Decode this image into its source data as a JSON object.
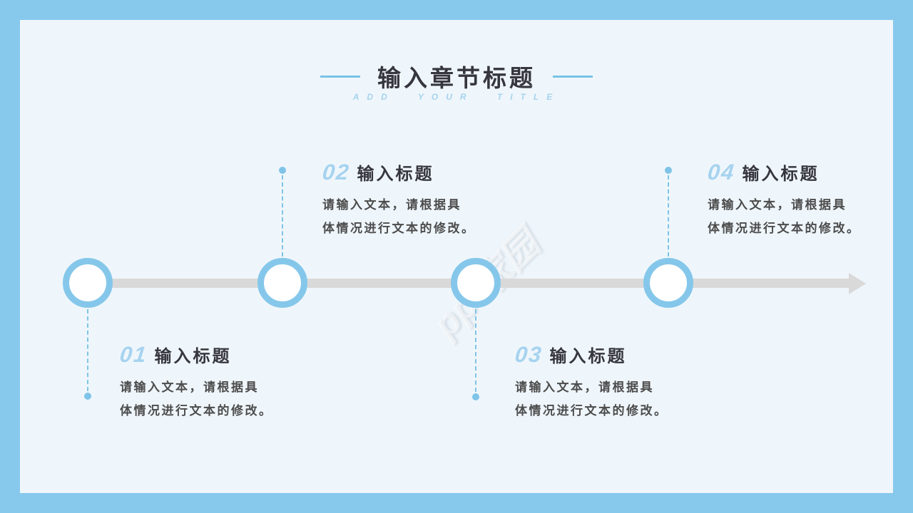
{
  "slide": {
    "title": "输入章节标题",
    "subtitle": "ADD YOUR TITLE",
    "watermark": "ppt家园",
    "colors": {
      "frame": "#87C9EC",
      "background": "#EFF6FB",
      "accent_blue": "#85C7EA",
      "number_blue": "#A6D3EF",
      "timeline_gray": "#D9D9D9",
      "title_text": "#36363E",
      "body_text": "#4C4C4C"
    }
  },
  "timeline": {
    "items": [
      {
        "number": "01",
        "title": "输入标题",
        "body_line1": "请输入文本，请根据具",
        "body_line2": "体情况进行文本的修改。",
        "text_position": "below"
      },
      {
        "number": "02",
        "title": "输入标题",
        "body_line1": "请输入文本，请根据具",
        "body_line2": "体情况进行文本的修改。",
        "text_position": "above"
      },
      {
        "number": "03",
        "title": "输入标题",
        "body_line1": "请输入文本，请根据具",
        "body_line2": "体情况进行文本的修改。",
        "text_position": "below"
      },
      {
        "number": "04",
        "title": "输入标题",
        "body_line1": "请输入文本，请根据具",
        "body_line2": "体情况进行文本的修改。",
        "text_position": "above"
      }
    ]
  }
}
